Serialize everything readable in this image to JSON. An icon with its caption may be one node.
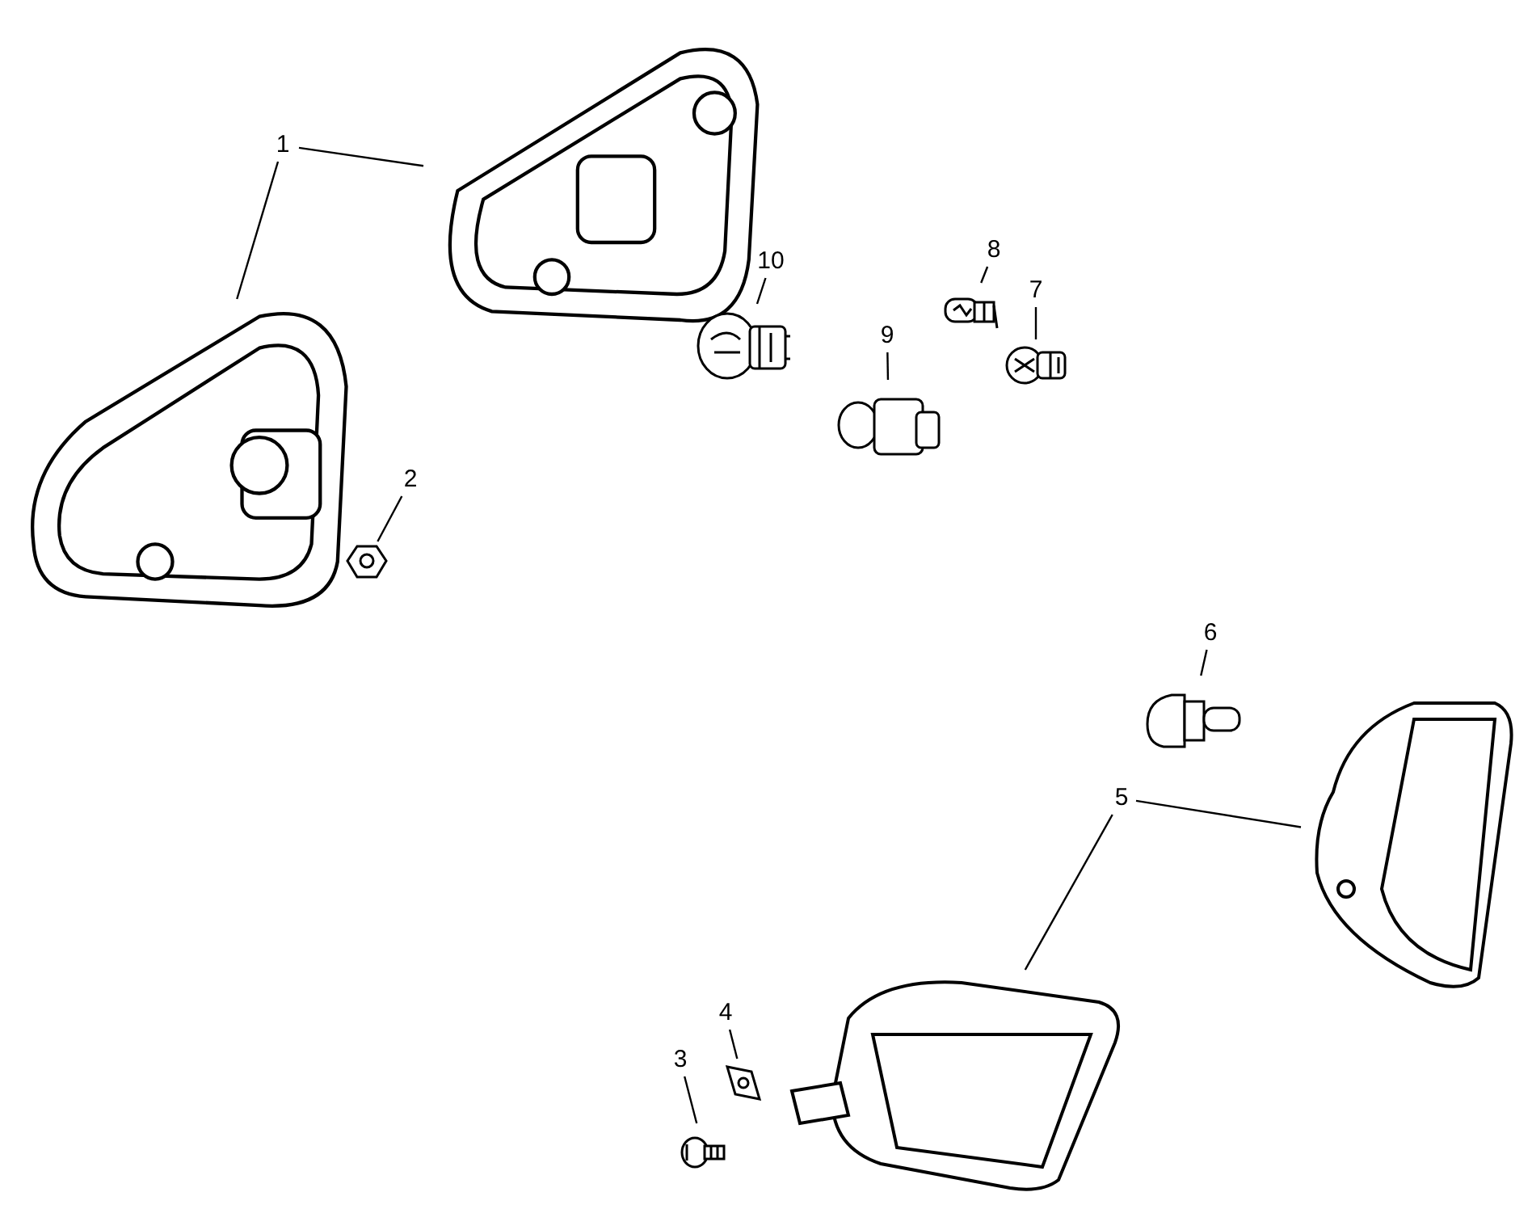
{
  "diagram": {
    "nodes": [
      {
        "text": [
          "1"
        ]
      },
      {
        "text": [],
        "shape": "picture"
      },
      {
        "text": [],
        "shape": "picture"
      },
      {
        "text": [
          "10"
        ]
      },
      {
        "text": [],
        "shape": "picture"
      },
      {
        "text": [
          "8"
        ]
      },
      {
        "text": [],
        "shape": "picture"
      },
      {
        "text": [
          "7"
        ]
      },
      {
        "text": [],
        "shape": "picture"
      },
      {
        "text": [
          "9"
        ]
      },
      {
        "text": [],
        "shape": "picture"
      },
      {
        "text": [
          "2"
        ]
      },
      {
        "text": [],
        "shape": "picture"
      },
      {
        "text": [
          "6"
        ]
      },
      {
        "text": [],
        "shape": "picture"
      },
      {
        "text": [
          "5"
        ]
      },
      {
        "text": [],
        "shape": "picture"
      },
      {
        "text": [],
        "shape": "picture"
      },
      {
        "text": [
          "4"
        ]
      },
      {
        "text": [],
        "shape": "picture"
      },
      {
        "text": [
          "3"
        ]
      },
      {
        "text": [],
        "shape": "picture"
      }
    ],
    "edges": [
      {
        "from": 0,
        "to": 1,
        "arrow": "none"
      },
      {
        "from": 0,
        "to": 2,
        "arrow": "none"
      },
      {
        "from": 3,
        "to": 4,
        "arrow": "none"
      },
      {
        "from": 5,
        "to": 6,
        "arrow": "none"
      },
      {
        "from": 7,
        "to": 8,
        "arrow": "none"
      },
      {
        "from": 9,
        "to": 10,
        "arrow": "none"
      },
      {
        "from": 11,
        "to": 12,
        "arrow": "none"
      },
      {
        "from": 13,
        "to": 14,
        "arrow": "none"
      },
      {
        "from": 15,
        "to": 16,
        "arrow": "none"
      },
      {
        "from": 15,
        "to": 17,
        "arrow": "none"
      },
      {
        "from": 18,
        "to": 19,
        "arrow": "none"
      },
      {
        "from": 20,
        "to": 21,
        "arrow": "none"
      }
    ]
  }
}
